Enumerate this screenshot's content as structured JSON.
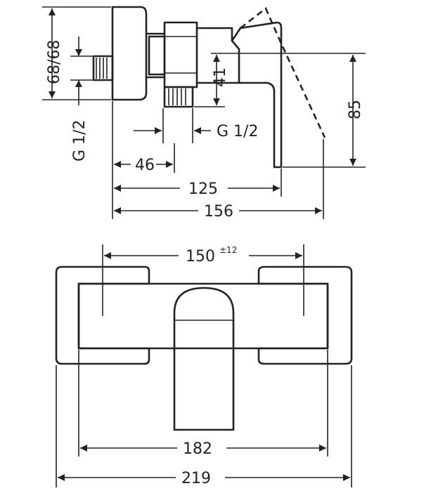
{
  "side_view": {
    "dim_68": "68/68",
    "dim_41": "41",
    "dim_85": "85",
    "dim_g_left": "G 1/2",
    "dim_g_right": "G 1/2",
    "dim_46": "46",
    "dim_125": "125",
    "dim_156": "156"
  },
  "front_view": {
    "dim_150": "150",
    "dim_150_tol": "±12",
    "dim_182": "182",
    "dim_219": "219"
  }
}
